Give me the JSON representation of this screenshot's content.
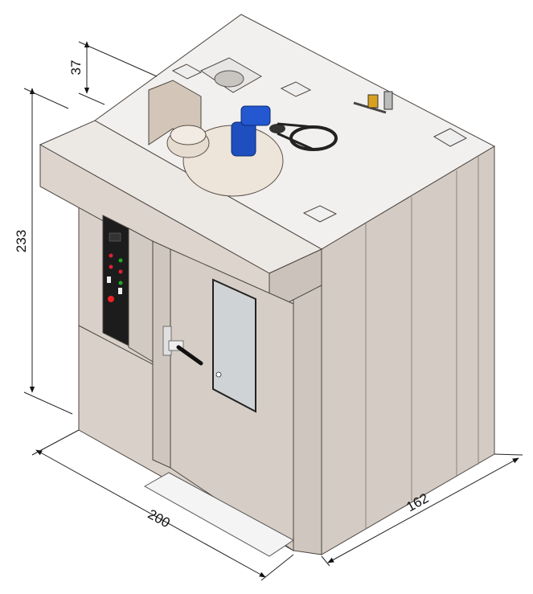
{
  "dimensions": {
    "height_total": "233",
    "top_offset": "37",
    "width": "200",
    "depth": "162"
  },
  "colors": {
    "body": "#d8d0c8",
    "body_dark": "#c6bdb4",
    "body_light": "#e6e0da",
    "panel_black": "#1c1c1c",
    "motor_blue": "#1f4fbf",
    "glass": "#cfd3d6"
  }
}
